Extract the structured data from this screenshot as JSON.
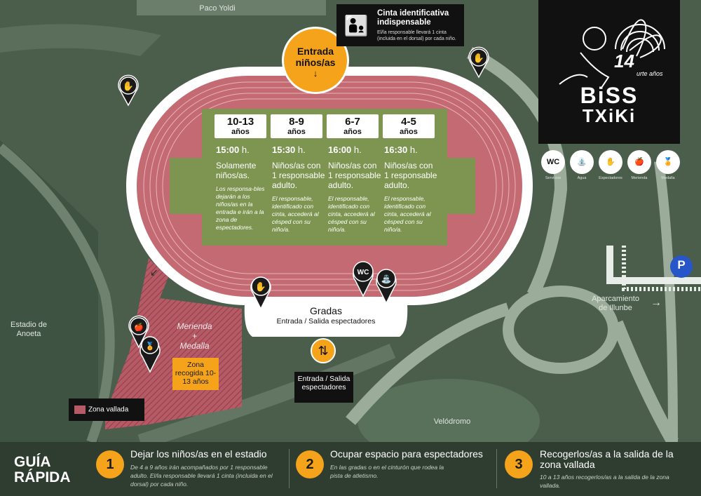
{
  "map_labels": {
    "street_top": "Paco Yoldi",
    "stadium": "Estadio de Anoeta",
    "velodrome": "Velódromo",
    "parking_label": "Aparcamiento de Illunbe",
    "parking_symbol": "P",
    "gradas_title": "Gradas",
    "gradas_sub": "Entrada / Salida espectadores",
    "merienda": "Merienda",
    "plus": "+",
    "medalla": "Medalla",
    "zona_recogida": "Zona recogida 10-13 años",
    "zona_vallada": "Zona vallada",
    "entrada_salida_box": "Entrada / Salida espectadores",
    "entrada_ninos": "Entrada niños/as",
    "arrow_down": "↓",
    "arrow_right": "→",
    "arrow_diag": "↙",
    "updown": "⇅"
  },
  "wristband": {
    "title": "Cinta identificativa indispensable",
    "desc": "El/la responsable llevará 1 cinta (incluida en el dorsal) por cada niño."
  },
  "schedule": [
    {
      "age": "10-13",
      "unit": "años",
      "time": "15:00",
      "h": "h.",
      "desc": "Solamente niños/as.",
      "note": "Los responsa-bles dejarán a los niños/as en la entrada e irán a la zona de espectadores."
    },
    {
      "age": "8-9",
      "unit": "años",
      "time": "15:30",
      "h": "h.",
      "desc": "Niños/as con 1 responsable adulto.",
      "note": "El responsable, identificado con cinta, accederá al césped con su niño/a."
    },
    {
      "age": "6-7",
      "unit": "años",
      "time": "16:00",
      "h": "h.",
      "desc": "Niños/as con 1 responsable adulto.",
      "note": "El responsable, identificado con cinta, accederá al césped con su niño/a."
    },
    {
      "age": "4-5",
      "unit": "años",
      "time": "16:30",
      "h": "h.",
      "desc": "Niños/as con 1 responsable adulto.",
      "note": "El responsable, identificado con cinta, accederá al césped con su niño/a."
    }
  ],
  "logo": {
    "number": "14",
    "sub": "urte años",
    "line1": "BiSS",
    "line2": "TXiKi"
  },
  "legend": [
    {
      "icon": "wc-icon",
      "symbol": "WC",
      "label": "Servicios"
    },
    {
      "icon": "water-icon",
      "symbol": "⛲",
      "label": "Agua"
    },
    {
      "icon": "spectators-icon",
      "symbol": "✋",
      "label": "Espectadores"
    },
    {
      "icon": "snack-icon",
      "symbol": "🍎",
      "label": "Merienda"
    },
    {
      "icon": "medal-icon",
      "symbol": "🏅",
      "label": "Medalla"
    }
  ],
  "guide": {
    "title_1": "GUÍA",
    "title_2": "RÁPIDA",
    "steps": [
      {
        "num": "1",
        "title": "Dejar los niños/as en el estadio",
        "desc": "De 4 a 9 años irán acompañados por 1 responsable adulto. El/la responsable llevará 1 cinta (incluida en el dorsal) por cada niño."
      },
      {
        "num": "2",
        "title": "Ocupar espacio para espectadores",
        "desc": "En las gradas o en el cinturón que rodea la pista de atletismo."
      },
      {
        "num": "3",
        "title": "Recogerlos/as a la salida de la zona vallada",
        "desc": "10 a 13 años recogerlos/as a la salida de la zona vallada."
      }
    ]
  },
  "colors": {
    "background": "#4b5e4c",
    "track": "#c46a72",
    "field": "#7d9550",
    "accent": "#f5a31a",
    "footer": "#2f3d31"
  }
}
